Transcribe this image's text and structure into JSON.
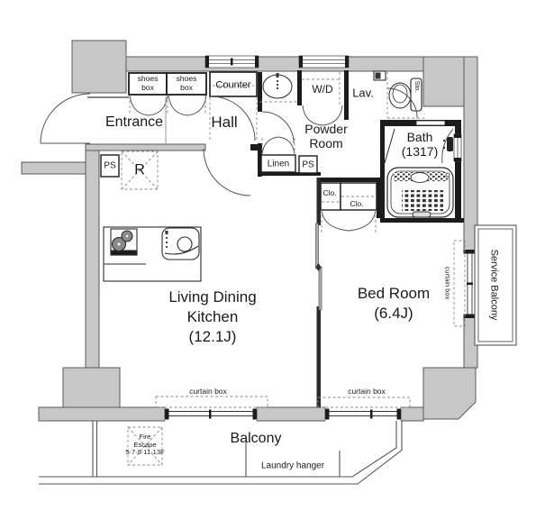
{
  "colors": {
    "outer_wall_fill": "#c7c7c7",
    "outer_wall_stroke": "#5a5a5a",
    "inner_wall": "#1c1c1c",
    "line": "#3c3c3c",
    "dash": "#8a8a8a",
    "text": "#1a1a1a",
    "background": "#ffffff"
  },
  "labels": {
    "entrance": "Entrance",
    "hall": "Hall",
    "powder_room": "Powder\nRoom",
    "lav": "Lav.",
    "wd": "W/D",
    "counter": "Counter",
    "shoes_box_1": "shoes\nbox",
    "shoes_box_2": "shoes\nbox",
    "linen": "Linen",
    "ps_left": "PS",
    "ps_right": "PS",
    "refrigerator": "R",
    "closet_1": "Clo.",
    "closet_2": "Clo.",
    "bath": "Bath\n(1317)",
    "storage": "Sto.",
    "ldk": "Living Dining\nKitchen\n(12.1J)",
    "bedroom": "Bed Room\n(6.4J)",
    "balcony": "Balcony",
    "service_balcony": "Service Balcony",
    "curtain_box_left": "curtain box",
    "curtain_box_right": "curtain box",
    "curtain_box_side": "curtain box",
    "laundry_hanger": "Laundry hanger",
    "fire_escape": "Fire\nEscape\n5·7·9·11·13F"
  }
}
